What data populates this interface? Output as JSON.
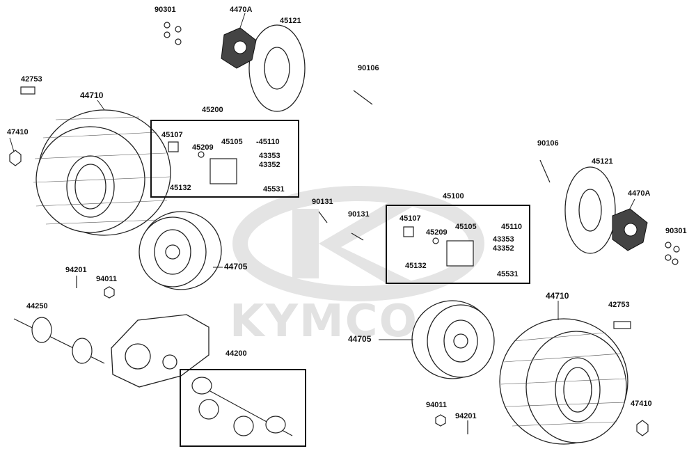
{
  "watermark": "KYMCO",
  "labels": {
    "p90301_top": "90301",
    "p4470A_top": "4470A",
    "p45121_top": "45121",
    "p42753_left": "42753",
    "p44710_left": "44710",
    "p47410_left": "47410",
    "p45200": "45200",
    "p45107_l": "45107",
    "p45209_l": "45209",
    "p45105_l": "45105",
    "p45110_l": "-45110",
    "p43353_l": "43353",
    "p43352_l": "43352",
    "p45132_l": "45132",
    "p45531_l": "45531",
    "p90106_top": "90106",
    "p90106_right": "90106",
    "p45121_right": "45121",
    "p4470A_right": "4470A",
    "p90301_right": "90301",
    "p90131_a": "90131",
    "p90131_b": "90131",
    "p45100": "45100",
    "p45107_r": "45107",
    "p45209_r": "45209",
    "p45105_r": "45105",
    "p45110_r": "45110",
    "p43353_r": "43353",
    "p43352_r": "43352",
    "p45132_r": "45132",
    "p45531_r": "45531",
    "p94201_left": "94201",
    "p94011_left": "94011",
    "p44705_left": "44705",
    "p44250": "44250",
    "p44200": "44200",
    "p44710_right": "44710",
    "p42753_right": "42753",
    "p44705_right": "44705",
    "p94011_right": "94011",
    "p94201_right": "94201",
    "p47410_right": "47410"
  }
}
